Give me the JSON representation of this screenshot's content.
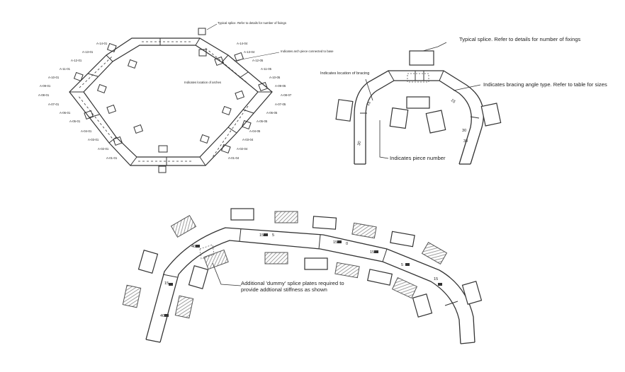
{
  "left_drawing": {
    "labels_left": [
      "A-14-01",
      "A-13-01",
      "A-12-01",
      "A-11-01",
      "A-10-01",
      "A-09-01",
      "A-08-01",
      "A-07-01",
      "A-06-01",
      "A-05-01",
      "A-04-01",
      "A-03-01",
      "A-02-01",
      "A-01-01"
    ],
    "labels_right": [
      "A-14-04",
      "A-13-04",
      "A-12-05",
      "A-11-05",
      "A-10-05",
      "A-09-05",
      "A-08-07",
      "A-07-05",
      "A-06-05",
      "A-05-05",
      "A-04-05",
      "A-03-04",
      "A-02-04",
      "A-01-04"
    ],
    "note_splice": "Typical splice. Refer to details for number of fixings",
    "note_arch": "Indicates arch piece connected to base",
    "note_bracing": "Indicates location of arches"
  },
  "right_drawing": {
    "note_splice": "Typical splice. Refer to details for number of fixings",
    "note_bracing_location": "Indicates location of bracing",
    "note_bracing_angle": "Indicates bracing angle type. Refer to table for sizes",
    "note_piece_number": "Indicates piece number",
    "piece_numbers": [
      "15",
      "15",
      "30",
      "30",
      "30"
    ]
  },
  "bottom_drawing": {
    "note_dummy": "Additional 'dummy' splice plates required to provide addtional stiffness as shown",
    "piece_numbers": [
      "15",
      "40",
      "15",
      "5",
      "15",
      "0",
      "15",
      "5",
      "15",
      "40"
    ]
  }
}
